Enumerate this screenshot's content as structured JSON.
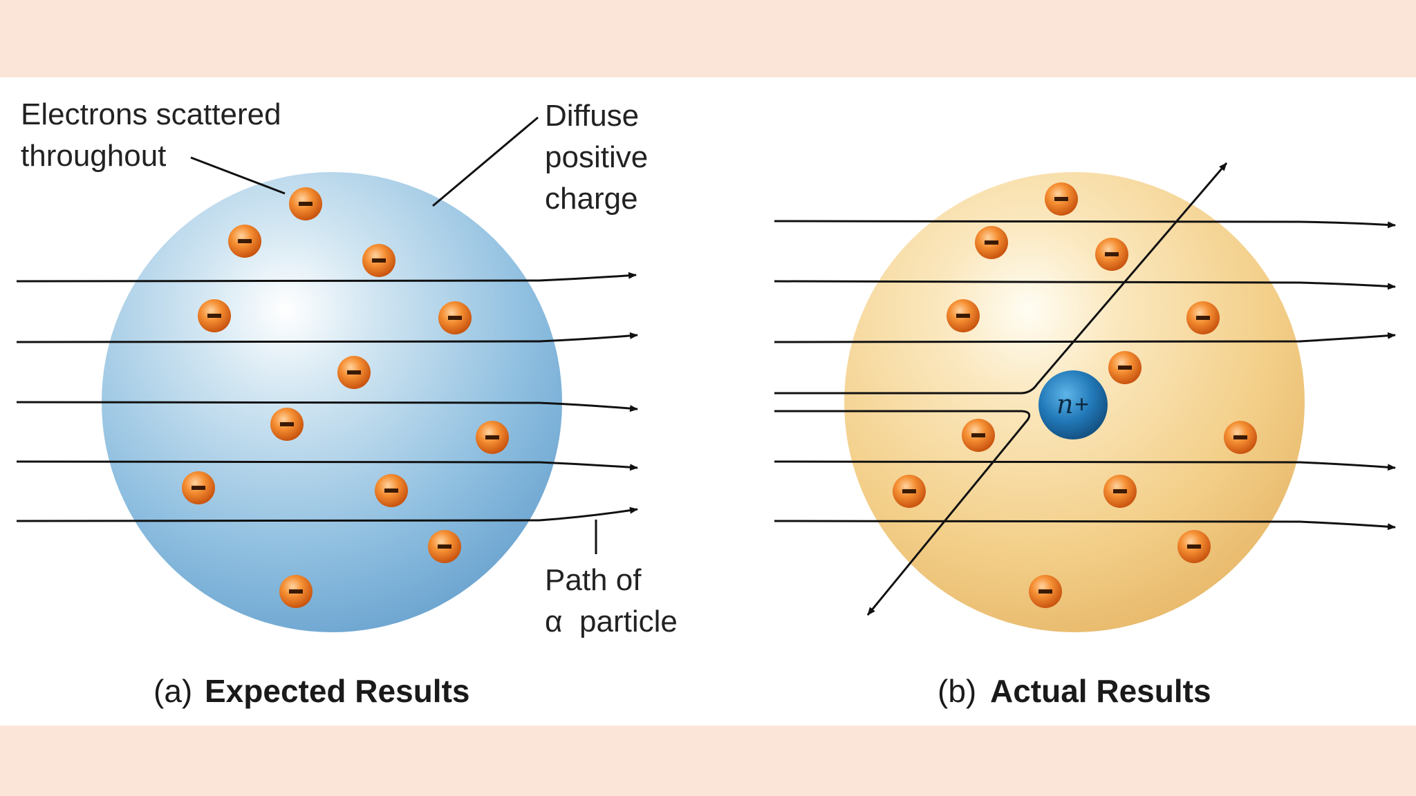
{
  "panel_a": {
    "caption_prefix": "(a)",
    "caption_title": "Expected Results",
    "label_electrons_line1": "Electrons scattered",
    "label_electrons_line2": "throughout",
    "label_charge_line1": "Diffuse",
    "label_charge_line2": "positive",
    "label_charge_line3": "charge",
    "label_path_line1": "Path of",
    "label_path_greek": "α",
    "label_path_line2": "particle",
    "sphere_color": "#8dbfe0",
    "electron_symbol": "−"
  },
  "panel_b": {
    "caption_prefix": "(b)",
    "caption_title": "Actual Results",
    "nucleus_label": "n",
    "nucleus_sign": "+",
    "sphere_color": "#f2cf8a",
    "nucleus_color": "#1f6ea7",
    "electron_symbol": "−"
  },
  "colors": {
    "background": "#fbe4d8",
    "panel": "#ffffff",
    "electron": "#e8731c",
    "arrow": "#111111"
  }
}
